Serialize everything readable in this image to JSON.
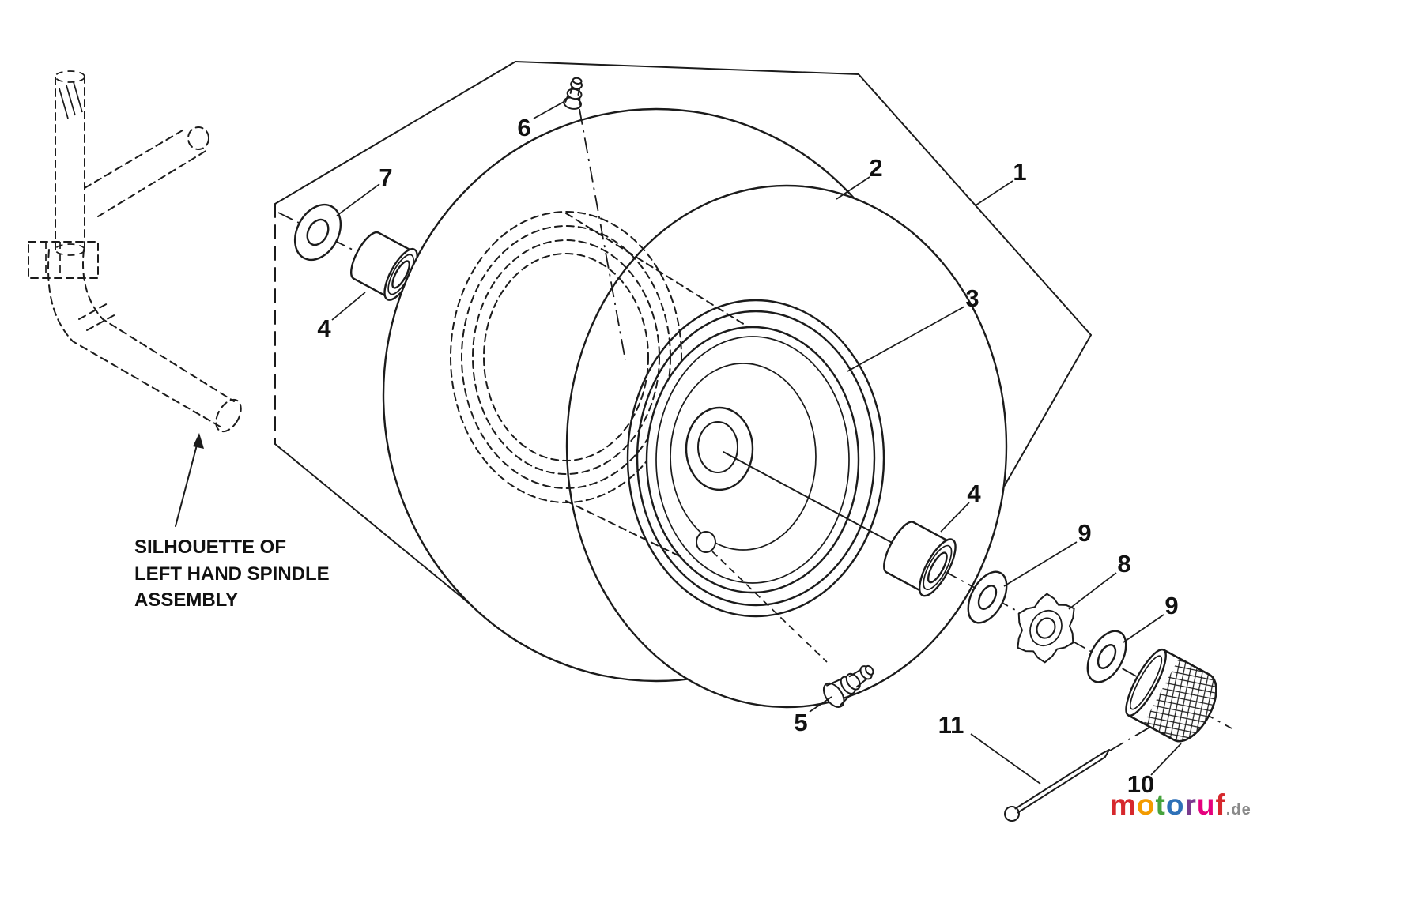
{
  "colors": {
    "line": "#1b1b1b",
    "background": "#ffffff"
  },
  "callouts": {
    "wheel_assembly": "1",
    "tire": "2",
    "rim": "3",
    "bushing_front": "4",
    "bushing_rear": "4",
    "valve_stem": "5",
    "valve_core": "6",
    "washer_front": "7",
    "flange_nut": "8",
    "washer_inner": "9",
    "washer_outer": "9",
    "hub_cap": "10",
    "cotter_pin": "11"
  },
  "annotation": {
    "line1": "SILHOUETTE OF",
    "line2": "LEFT HAND SPINDLE",
    "line3": "ASSEMBLY"
  },
  "watermark": {
    "letters": [
      {
        "ch": "m",
        "color": "#d6282d"
      },
      {
        "ch": "o",
        "color": "#f39b00"
      },
      {
        "ch": "t",
        "color": "#46a33c"
      },
      {
        "ch": "o",
        "color": "#2e71b8"
      },
      {
        "ch": "r",
        "color": "#7a3b8f"
      },
      {
        "ch": "u",
        "color": "#e5007d"
      },
      {
        "ch": "f",
        "color": "#d6282d"
      }
    ],
    "suffix": ".de",
    "suffix_color": "#8a8a8a"
  }
}
